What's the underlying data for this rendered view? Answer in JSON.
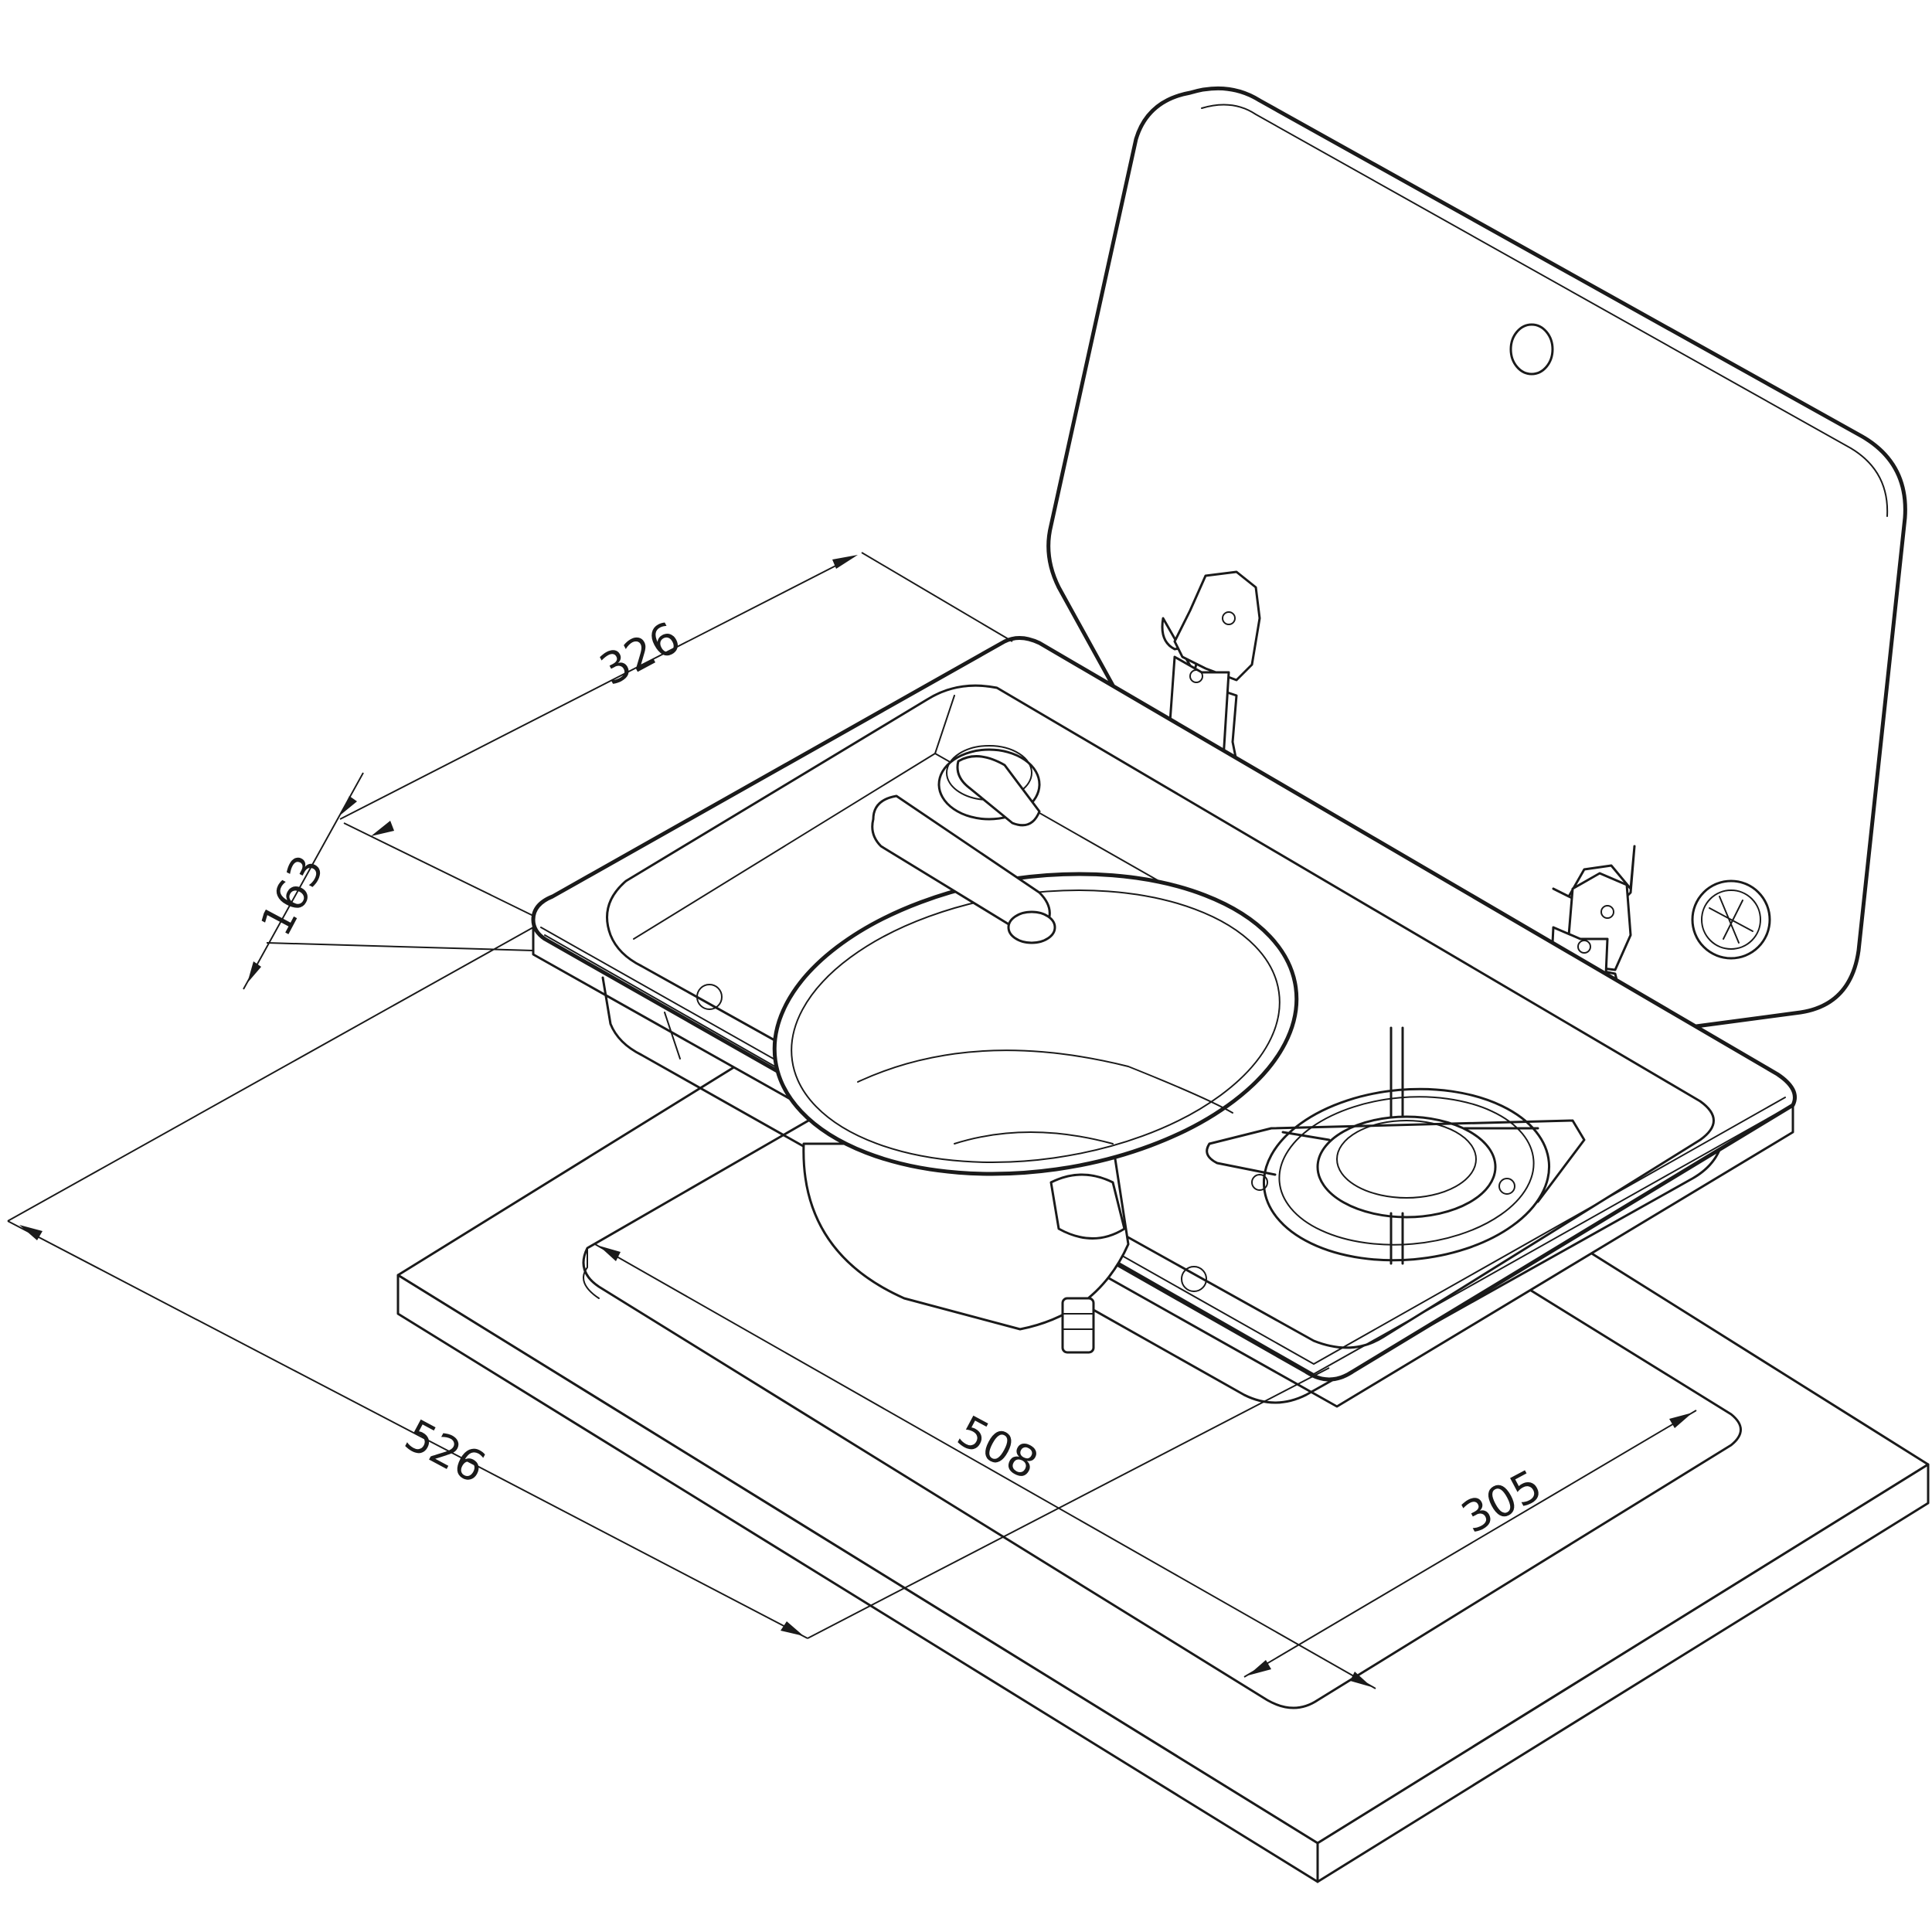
{
  "dimensions": {
    "width_top": "326",
    "height_side": "163",
    "length_overall": "526",
    "cutout_length": "508",
    "cutout_width": "305"
  },
  "colors": {
    "line": "#1a1a1a",
    "background": "#ffffff"
  },
  "icons": {
    "logo": "brand-logo-icon",
    "hinge": "hinge-icon",
    "faucet": "faucet-icon",
    "burner": "gas-burner-icon"
  }
}
